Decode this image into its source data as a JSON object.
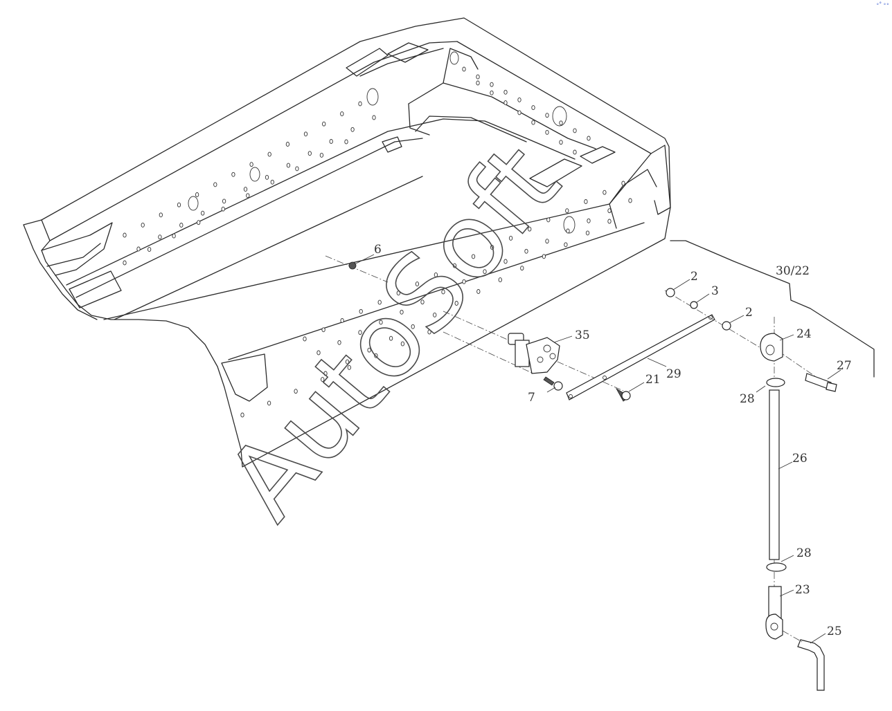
{
  "watermark": "AutoSoft",
  "part_labels": {
    "l2a": "2",
    "l3": "3",
    "l2b": "2",
    "l6": "6",
    "l7": "7",
    "l21": "21",
    "l23": "23",
    "l24": "24",
    "l25": "25",
    "l26": "26",
    "l27": "27",
    "l28a": "28",
    "l28b": "28",
    "l29": "29",
    "l35": "35",
    "l30_22": "30/22"
  }
}
